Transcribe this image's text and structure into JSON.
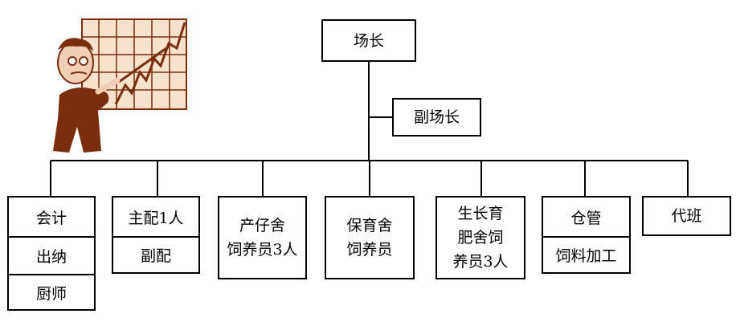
{
  "org": {
    "director": "场长",
    "deputy": "副场长",
    "units": [
      {
        "lines": [
          "会计",
          "出纳",
          "厨师"
        ]
      },
      {
        "lines": [
          "主配1人",
          "副配"
        ]
      },
      {
        "lines": [
          "产仔舍",
          "饲养员3人"
        ]
      },
      {
        "lines": [
          "保育舍",
          "饲养员"
        ]
      },
      {
        "lines": [
          "生长育",
          "肥舍饲",
          "养员3人"
        ]
      },
      {
        "lines": [
          "仓管",
          "饲料加工"
        ]
      },
      {
        "lines": [
          "代班"
        ]
      }
    ]
  },
  "colors": {
    "line": "#000000",
    "illustration": "#7a2e0e",
    "chart_bg": "#f6e2cd"
  }
}
